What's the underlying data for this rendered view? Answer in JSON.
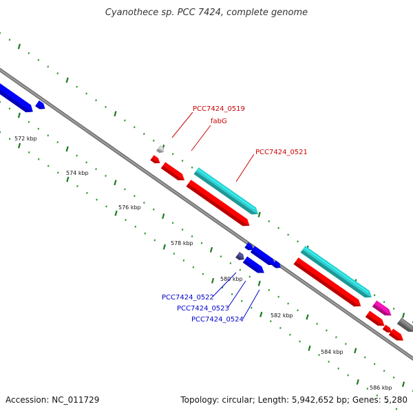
{
  "title": "Cyanothece sp. PCC 7424, complete genome",
  "footer": {
    "accession": "Accession: NC_011729",
    "summary": "Topology: circular; Length: 5,942,652 bp; Genes: 5,280"
  },
  "colors": {
    "backbone": "#808080",
    "tick_major": "#1a7a1a",
    "tick_minor": "#2f9a2f",
    "forward_cds": "#ff0000",
    "forward_other": "#2fd0d0",
    "reverse_cds": "#0000ff",
    "reverse_dark": "#4a4a8c",
    "pseudo": "#c8c8c8",
    "magenta": "#ee11aa",
    "gray_dark": "#7a7a7a",
    "label_forward": "#cc0000",
    "label_reverse": "#0000cc"
  },
  "ticks": [
    {
      "label": "572 kbp"
    },
    {
      "label": "574 kbp"
    },
    {
      "label": "576 kbp"
    },
    {
      "label": "578 kbp"
    },
    {
      "label": "580 kbp"
    },
    {
      "label": "582 kbp"
    },
    {
      "label": "584 kbp"
    },
    {
      "label": "586 kbp"
    }
  ],
  "gene_labels": {
    "forward": [
      {
        "text": "PCC7424_0519"
      },
      {
        "text": "fabG"
      },
      {
        "text": "PCC7424_0521"
      }
    ],
    "reverse": [
      {
        "text": "PCC7424_0522"
      },
      {
        "text": "PCC7424_0523"
      },
      {
        "text": "PCC7424_0524"
      }
    ]
  }
}
